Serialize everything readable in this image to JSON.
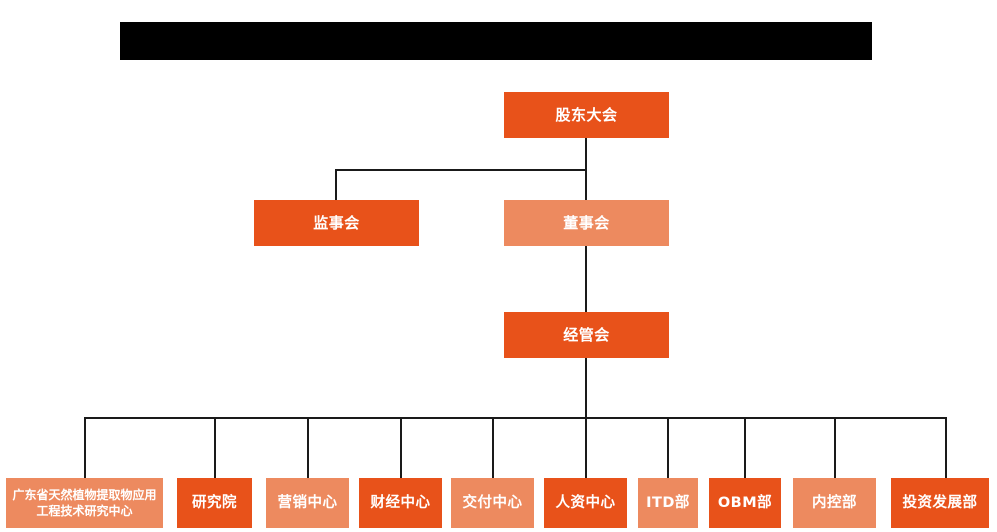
{
  "chart": {
    "type": "org-chart",
    "title_bar": {
      "label": "",
      "redacted": true,
      "color": "#000000"
    },
    "colors": {
      "dark_orange": "#E8521A",
      "light_orange": "#ED8A5F",
      "connector": "#1a1a1a",
      "background": "#ffffff",
      "text": "#ffffff"
    },
    "levels": [
      {
        "level": 1,
        "nodes": [
          {
            "id": "shareholders",
            "label": "股东大会",
            "shade": "dark"
          }
        ]
      },
      {
        "level": 2,
        "nodes": [
          {
            "id": "supervisors",
            "label": "监事会",
            "shade": "dark"
          },
          {
            "id": "directors",
            "label": "董事会",
            "shade": "light"
          }
        ]
      },
      {
        "level": 3,
        "nodes": [
          {
            "id": "management",
            "label": "经管会",
            "shade": "dark"
          }
        ]
      },
      {
        "level": 4,
        "nodes": [
          {
            "id": "research-center",
            "label": "广东省天然植物提取物应用工程技术研究中心",
            "shade": "light"
          },
          {
            "id": "institute",
            "label": "研究院",
            "shade": "dark"
          },
          {
            "id": "marketing",
            "label": "营销中心",
            "shade": "light"
          },
          {
            "id": "finance",
            "label": "财经中心",
            "shade": "dark"
          },
          {
            "id": "delivery",
            "label": "交付中心",
            "shade": "light"
          },
          {
            "id": "hr",
            "label": "人资中心",
            "shade": "dark"
          },
          {
            "id": "itd",
            "label": "ITD部",
            "shade": "light"
          },
          {
            "id": "obm",
            "label": "OBM部",
            "shade": "dark"
          },
          {
            "id": "internal-control",
            "label": "内控部",
            "shade": "light"
          },
          {
            "id": "investment",
            "label": "投资发展部",
            "shade": "dark"
          }
        ]
      }
    ]
  }
}
